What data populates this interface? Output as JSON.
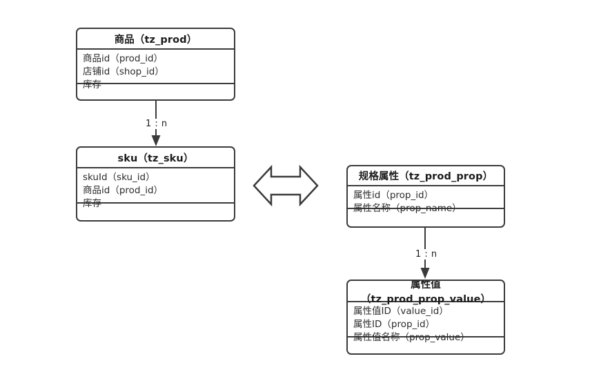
{
  "diagram": {
    "type": "entity-relationship-diagram",
    "background_color": "#ffffff",
    "line_color": "#3a3a3a",
    "text_color": "#1c1c1c",
    "entities": [
      {
        "id": "tz_prod",
        "title": "商品（tz_prod）",
        "attributes": [
          "商品id（prod_id）",
          "店铺id（shop_id）",
          "库存"
        ]
      },
      {
        "id": "tz_sku",
        "title": "sku（tz_sku）",
        "attributes": [
          "skuId（sku_id）",
          "商品id（prod_id）",
          "库存"
        ]
      },
      {
        "id": "tz_prod_prop",
        "title": "规格属性（tz_prod_prop）",
        "attributes": [
          "属性id（prop_id）",
          "属性名称（prop_name）"
        ]
      },
      {
        "id": "tz_prod_prop_value",
        "title": "属性值（tz_prod_prop_value）",
        "attributes": [
          "属性值ID（value_id）",
          "属性ID（prop_id）",
          "属性值名称（prop_value）"
        ]
      }
    ],
    "relations": [
      {
        "id": "prod-to-sku",
        "from": "tz_prod",
        "to": "tz_sku",
        "label": "1 : n",
        "arrow": "filled-triangle-down"
      },
      {
        "id": "prop-to-prop-value",
        "from": "tz_prod_prop",
        "to": "tz_prod_prop_value",
        "label": "1 : n",
        "arrow": "filled-triangle-down"
      }
    ],
    "bidirectional_arrow": {
      "id": "sku-prop-link",
      "label": "",
      "style": "hollow-double-headed-horizontal"
    }
  }
}
